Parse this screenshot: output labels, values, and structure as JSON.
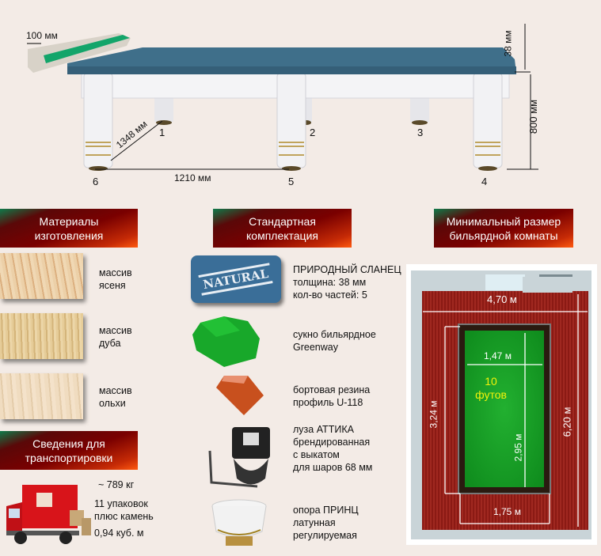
{
  "diagram": {
    "rail_width": "100 мм",
    "slate_thickness": "38 мм",
    "height": "800 мм",
    "diagonal": "1348 мм",
    "leg_spacing": "1210 мм",
    "legs": [
      "1",
      "2",
      "3",
      "4",
      "5",
      "6"
    ]
  },
  "sections": {
    "materials": {
      "title_line1": "Материалы",
      "title_line2": "изготовления",
      "items": [
        {
          "line1": "массив",
          "line2": "ясеня"
        },
        {
          "line1": "массив",
          "line2": "дуба"
        },
        {
          "line1": "массив",
          "line2": "ольхи"
        }
      ]
    },
    "transport": {
      "title_line1": "Сведения для",
      "title_line2": "транспортировки",
      "weight": "~ 789 кг",
      "packages": "11 упаковок",
      "packages_note": "плюс камень",
      "volume": "0,94 куб. м"
    },
    "standard": {
      "title_line1": "Стандартная",
      "title_line2": "комплектация",
      "slate_stamp": "NATURAL",
      "items": [
        {
          "lines": [
            "ПРИРОДНЫЙ СЛАНЕЦ",
            "толщина: 38 мм",
            "кол-во частей: 5"
          ]
        },
        {
          "lines": [
            "сукно бильярдное",
            "Greenway"
          ]
        },
        {
          "lines": [
            "бортовая резина",
            "профиль U-118"
          ]
        },
        {
          "lines": [
            "луза АТТИКА",
            "брендированная",
            "с выкатом",
            "для шаров 68 мм"
          ]
        },
        {
          "lines": [
            "опора ПРИНЦ",
            "латунная",
            "регулируемая"
          ]
        }
      ]
    },
    "room": {
      "title_line1": "Минимальный размер",
      "title_line2": "бильярдной комнаты",
      "room_width": "4,70 м",
      "room_length": "6,20 м",
      "table_outer_length": "3,24 м",
      "table_outer_width": "1,75 м",
      "play_width": "1,47 м",
      "play_length": "2,95 м",
      "size_number": "10",
      "size_unit": "футов"
    }
  },
  "colors": {
    "background": "#f3ebe6",
    "slate": "#3f6f8a",
    "cloth": "#18a82a",
    "carpet": "#8b1a14",
    "banner_dark": "#7a0000",
    "banner_accent": "#ff5a10",
    "size_label": "#f2f20a"
  }
}
